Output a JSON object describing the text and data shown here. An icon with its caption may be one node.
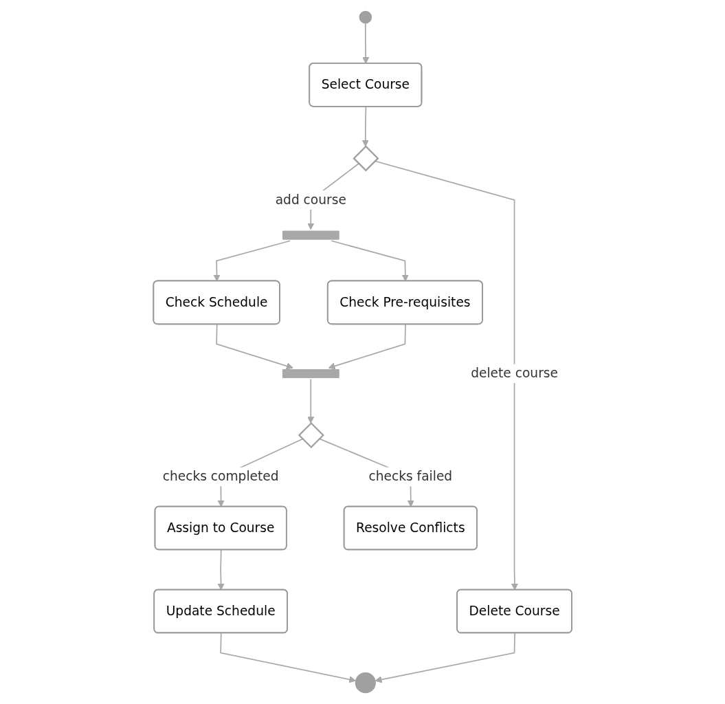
{
  "diagram": {
    "nodes": [
      {
        "text": [],
        "shape": "circle"
      },
      {
        "text": [
          "Select Course"
        ]
      },
      {
        "text": [],
        "shape": "diamond"
      },
      {
        "text": [
          "Delete Course"
        ]
      },
      {
        "text": [],
        "shape": "bar"
      },
      {
        "text": [
          "Check Schedule"
        ]
      },
      {
        "text": [
          "Check Pre-requisites"
        ]
      },
      {
        "text": [],
        "shape": "bar"
      },
      {
        "text": [],
        "shape": "diamond"
      },
      {
        "text": [
          "Assign to Course"
        ]
      },
      {
        "text": [
          "Resolve Conflicts"
        ]
      },
      {
        "text": [
          "Update Schedule"
        ]
      },
      {
        "text": [],
        "shape": "circle"
      }
    ],
    "edges": [
      {
        "from": 0,
        "to": 1,
        "arrow": "to"
      },
      {
        "from": 1,
        "to": 2,
        "arrow": "to"
      },
      {
        "from": 2,
        "to": 3,
        "label": "delete course",
        "arrow": "to"
      },
      {
        "from": 2,
        "to": 4,
        "label": "add course",
        "arrow": "to"
      },
      {
        "from": 4,
        "to": 5,
        "arrow": "to"
      },
      {
        "from": 4,
        "to": 6,
        "arrow": "to"
      },
      {
        "from": 5,
        "to": 7,
        "arrow": "to"
      },
      {
        "from": 6,
        "to": 7,
        "arrow": "to"
      },
      {
        "from": 7,
        "to": 8,
        "arrow": "to"
      },
      {
        "from": 8,
        "to": 9,
        "label": "checks completed",
        "arrow": "to"
      },
      {
        "from": 8,
        "to": 10,
        "label": "checks failed",
        "arrow": "to"
      },
      {
        "from": 9,
        "to": 11,
        "arrow": "to"
      },
      {
        "from": 11,
        "to": 12,
        "arrow": "to"
      },
      {
        "from": 3,
        "to": 12,
        "arrow": "to"
      }
    ]
  }
}
